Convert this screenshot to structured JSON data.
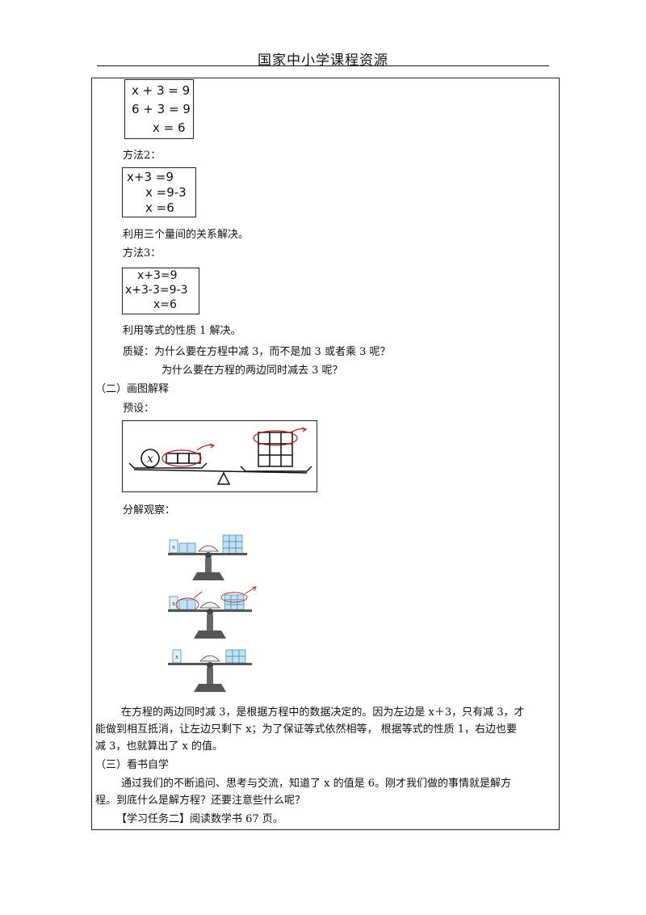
{
  "header": {
    "title": "国家中小学课程资源"
  },
  "method1": {
    "lines": [
      "x + 3 = 9",
      "6 + 3 = 9",
      "x = 6"
    ]
  },
  "method2": {
    "label": "方法2：",
    "lines": [
      "x+3 =9",
      "x =9-3",
      "x =6"
    ],
    "note": "利用三个量间的关系解决。"
  },
  "method3": {
    "label": "方法3：",
    "lines": [
      "x+3=9",
      "x+3-3=9-3",
      "x=6"
    ],
    "note": "利用等式的性质 1 解决。"
  },
  "question": {
    "line1": "质疑：为什么要在方程中减 3，而不是加 3 或者乘 3 呢？",
    "line2": "为什么要在方程的两边同时减去 3 呢？"
  },
  "section2": {
    "heading": "（二）画图解释",
    "preset_label": "预设：",
    "diagram_var": "x",
    "observe_label": "分解观察：",
    "scale_labels": [
      "x",
      "x",
      "x"
    ]
  },
  "explanation": {
    "line1": "在方程的两边同时减 3，是根据方程中的数据决定的。因为左边是 x＋3，只有减 3，才",
    "line2": "能做到相互抵消，让左边只剩下 x；为了保证等式依然相等，  根据等式的性质 1，右边也要",
    "line3": "减 3，也就算出了 x 的值。"
  },
  "section3": {
    "heading": "（三）看书自学",
    "line1": "通过我们的不断追问、思考与交流，知道了 x 的值是 6。刚才我们做的事情就是解方",
    "line2": "程。到底什么是解方程？还要注意些什么呢？",
    "task": "【学习任务二】阅读数学书 67 页。"
  },
  "colors": {
    "ink": "#111111",
    "red_annotation": "#b22222",
    "block_fill": "#bfe3f5",
    "scale_gray": "#555555"
  }
}
